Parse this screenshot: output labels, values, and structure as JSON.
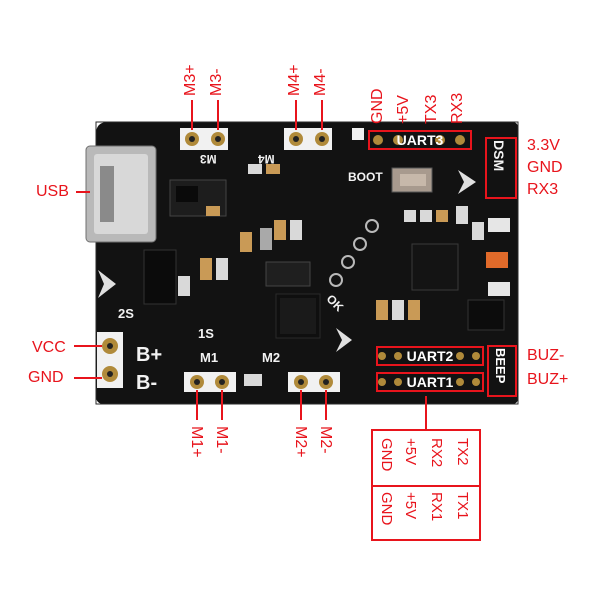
{
  "motor_top": [
    "M3+",
    "M3-",
    "M4+",
    "M4-"
  ],
  "motor_bottom": [
    "M1+",
    "M1-",
    "M2+",
    "M2-"
  ],
  "uart3_pins": [
    "GND",
    "+5V",
    "TX3",
    "RX3"
  ],
  "dsm_pins": [
    "3.3V",
    "GND",
    "RX3"
  ],
  "left_labels": {
    "usb": "USB",
    "vcc": "VCC",
    "gnd": "GND"
  },
  "buzzer_pins": [
    "BUZ-",
    "BUZ+"
  ],
  "silk": {
    "uart3": "UART3",
    "uart2": "UART2",
    "uart1": "UART1",
    "dsm": "DSM",
    "beep": "BEEP",
    "m3": "M3",
    "m4": "M4",
    "m1": "M1",
    "m2": "M2",
    "bplus": "B+",
    "bminus": "B-",
    "s2": "2S",
    "s1": "1S",
    "boot": "BOOT",
    "ok": "OK"
  },
  "uart_table": {
    "uart2": [
      "GND",
      "+5V",
      "RX2",
      "TX2"
    ],
    "uart1": [
      "GND",
      "+5V",
      "RX1",
      "TX1"
    ]
  }
}
